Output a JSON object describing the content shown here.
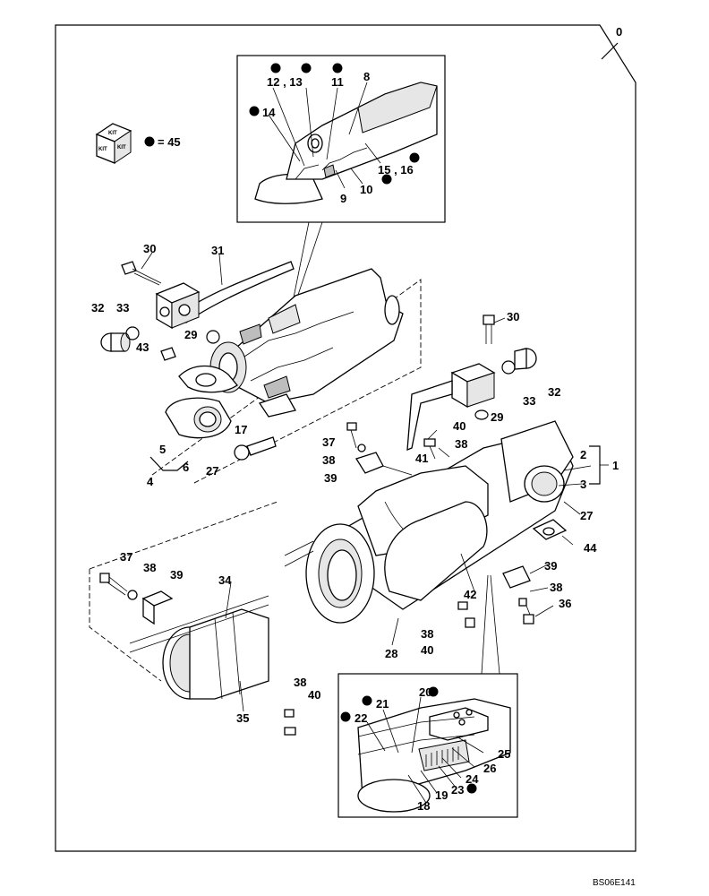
{
  "drawing_code": "BS06E141",
  "kit_box": {
    "top_label": "KIT",
    "left_label": "KIT",
    "right_label": "KIT",
    "legend": "= 45"
  },
  "labels": {
    "l0": "0",
    "l1": "1",
    "l2": "2",
    "l3": "3",
    "l4": "4",
    "l5": "5",
    "l6": "6",
    "l8": "8",
    "l9": "9",
    "l10": "10",
    "l11": "11",
    "l12_13": "12 , 13",
    "l14": "14",
    "l15_16": "15 , 16",
    "l17": "17",
    "l18": "18",
    "l19": "19",
    "l20": "20",
    "l21": "21",
    "l22": "22",
    "l23": "23",
    "l24": "24",
    "l25": "25",
    "l26": "26",
    "l27a": "27",
    "l27b": "27",
    "l28": "28",
    "l29a": "29",
    "l29b": "29",
    "l30a": "30",
    "l30b": "30",
    "l31": "31",
    "l32a": "32",
    "l32b": "32",
    "l33a": "33",
    "l33b": "33",
    "l34": "34",
    "l35": "35",
    "l36": "36",
    "l37a": "37",
    "l37b": "37",
    "l38a": "38",
    "l38b": "38",
    "l38c": "38",
    "l38d": "38",
    "l38e": "38",
    "l39a": "39",
    "l39b": "39",
    "l39c": "39",
    "l40a": "40",
    "l40b": "40",
    "l40c": "40",
    "l41": "41",
    "l42": "42",
    "l43": "43",
    "l44": "44"
  }
}
